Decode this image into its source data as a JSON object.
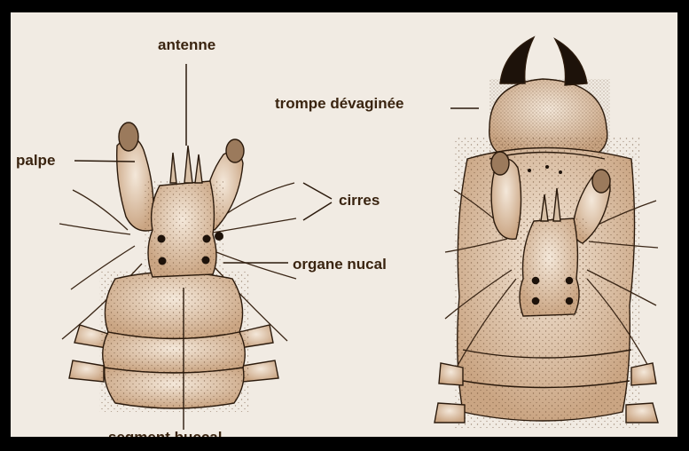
{
  "labels": {
    "antenne": "antenne",
    "palpe": "palpe",
    "cirres": "cirres",
    "organe_nucal": "organe nucal",
    "segment_buccal": "segment buccal",
    "trompe": "trompe dévaginée"
  },
  "colors": {
    "background": "#f1ebe3",
    "frame": "#000000",
    "body_fill": "#d9bfa4",
    "outline": "#2b1a0c",
    "dark": "#1d120a",
    "text": "#3a2410"
  }
}
